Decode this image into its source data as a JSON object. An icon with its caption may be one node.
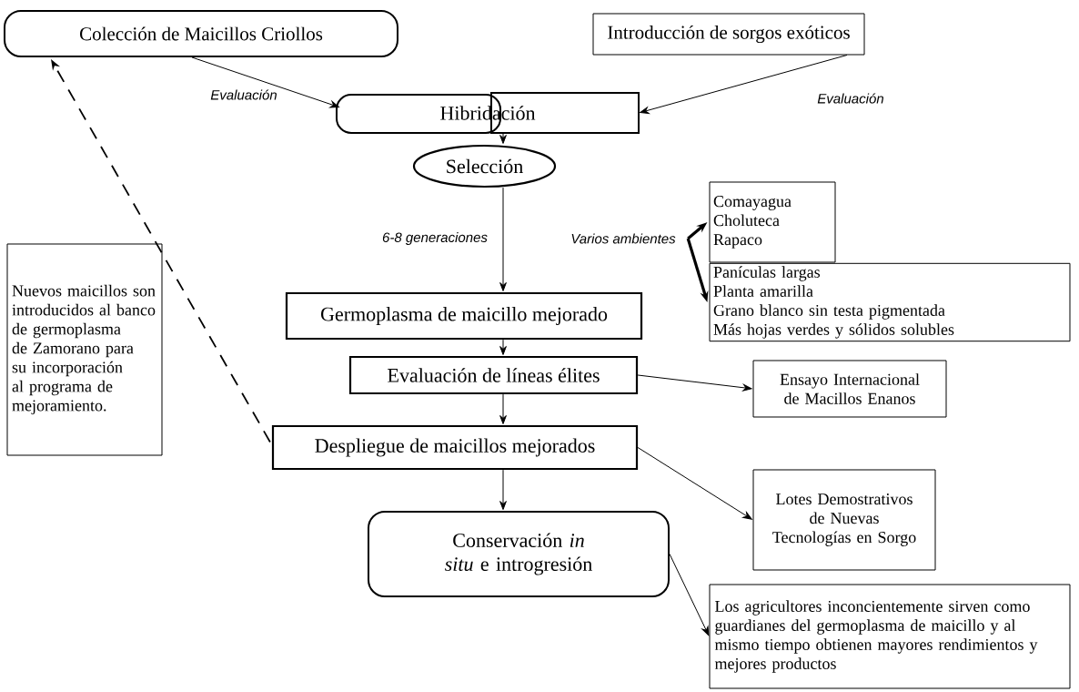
{
  "diagram": {
    "nodes": [
      {
        "text": [
          "Colección de Maicillos Criollos"
        ]
      },
      {
        "text": [
          "Introducción de sorgos exóticos"
        ]
      },
      {
        "text": [
          "Hibridación"
        ]
      },
      {
        "text": [
          "Selección"
        ]
      },
      {
        "text": [
          "Germoplasma de maicillo mejorado"
        ]
      },
      {
        "text": [
          "Evaluación de líneas élites"
        ]
      },
      {
        "text": [
          "Despliegue de maicillos mejorados"
        ]
      },
      {
        "text": [
          "Conservación *in situ* e introgresión"
        ]
      },
      {
        "text": [
          "Comayagua",
          "Choluteca",
          "Rapaco"
        ]
      },
      {
        "text": [
          "Panículas largas",
          "Planta amarilla",
          "Grano blanco sin testa pigmentada",
          "Más hojas verdes y sólidos solubles"
        ]
      },
      {
        "text": [
          "Ensayo Internacional de Macillos Enanos"
        ]
      },
      {
        "text": [
          "Lotes Demostrativos de Nuevas Tecnologías en Sorgo"
        ]
      },
      {
        "text": [
          "Los agricultores inconcientemente sirven como guardianes del germoplasma de maicillo y al mismo tiempo obtienen mayores rendimientos y mejores productos"
        ]
      },
      {
        "text": [
          "Nuevos maicillos son introducidos al banco de germoplasma de Zamorano para su incorporación al programa de mejoramiento."
        ]
      },
      {
        "text": [
          "Varios ambientes"
        ]
      }
    ],
    "edges": [
      {
        "from": 0,
        "to": 2,
        "arrow": "to",
        "label": "Evaluación"
      },
      {
        "from": 1,
        "to": 2,
        "arrow": "to",
        "label": "Evaluación"
      },
      {
        "from": 2,
        "to": 3,
        "arrow": "to"
      },
      {
        "from": 3,
        "to": 4,
        "arrow": "to",
        "label": "6-8 generaciones"
      },
      {
        "from": 14,
        "to": 8,
        "arrow": "to",
        "style": "thick"
      },
      {
        "from": 14,
        "to": 9,
        "arrow": "to",
        "style": "thick"
      },
      {
        "from": 4,
        "to": 5,
        "arrow": "to"
      },
      {
        "from": 5,
        "to": 10,
        "arrow": "to"
      },
      {
        "from": 5,
        "to": 6,
        "arrow": "to"
      },
      {
        "from": 6,
        "to": 11,
        "arrow": "to"
      },
      {
        "from": 6,
        "to": 7,
        "arrow": "to"
      },
      {
        "from": 7,
        "to": 12,
        "arrow": "to"
      },
      {
        "from": 6,
        "to": 0,
        "arrow": "to",
        "style": "dashed"
      }
    ]
  }
}
